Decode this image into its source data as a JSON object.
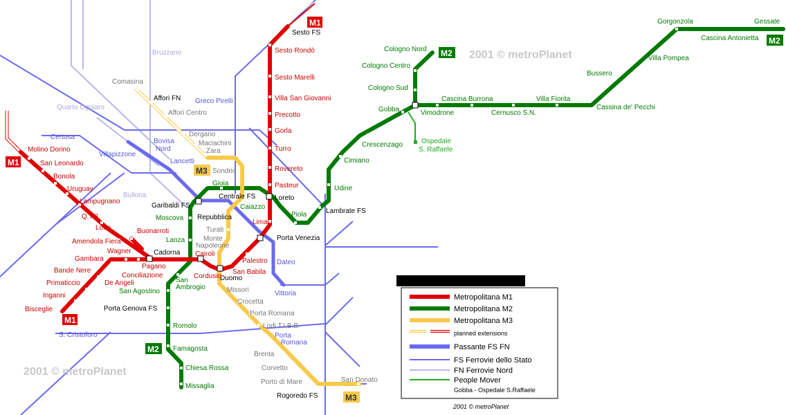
{
  "colors": {
    "m1": "#e00000",
    "m2": "#007a00",
    "m3": "#f9c94b",
    "passante": "#6a6af0",
    "fs": "#6a6af0",
    "fn": "#b8b8ec",
    "people_mover": "#22aa22"
  },
  "watermarks": [
    "2001 © metroPlanet",
    "2001 © metroPlanet",
    "2001 © metroPlanet"
  ],
  "badges": {
    "m1_top": "M1",
    "m1_left": "M1",
    "m1_bottom": "M1",
    "m2_top": "M2",
    "m2_right": "M2",
    "m2_bottom": "M2",
    "m3_top": "M3",
    "m3_bottom": "M3"
  },
  "stations": {
    "sesto_fs": "Sesto FS",
    "sesto_rondo": "Sesto Rondò",
    "sesto_marelli": "Sesto Marelli",
    "villa_san_giovanni": "Villa San Giovanni",
    "precotto": "Precotto",
    "gorla": "Gorla",
    "turro": "Turro",
    "rovereto": "Rovereto",
    "pasteur": "Pasteur",
    "loreto": "Loreto",
    "lima": "Lima",
    "porta_venezia": "Porta Venezia",
    "palestro": "Palestro",
    "san_babila": "San Babila",
    "duomo": "Duomo",
    "cordusio": "Cordusio",
    "cairoli": "Cairoli",
    "cadorna": "Cadorna",
    "conciliazione": "Conciliazione",
    "pagano": "Pagano",
    "wagner": "Wagner",
    "de_angeli": "De Angeli",
    "gambara": "Gambara",
    "bande_nere": "Bande Nere",
    "primaticcio": "Primaticcio",
    "inganni": "Inganni",
    "bisceglie": "Bisceglie",
    "buonarroti": "Buonarroti",
    "amendola_fiera": "Amendola Fiera",
    "lotto": "Lotto",
    "qt8": "Q.T.8",
    "lampugnano": "Lampugnano",
    "uruguay": "Uruguay",
    "bonola": "Bonola",
    "san_leonardo": "San Leonardo",
    "molino_dorino": "Molino Dorino",
    "gessate": "Gessate",
    "cascina_antonietta": "Cascina Antonietta",
    "gorgonzola": "Gorgonzola",
    "villa_pompea": "Villa Pompea",
    "bussero": "Bussero",
    "cassina_de_pecchi": "Cassina de' Pecchi",
    "villa_fiorita": "Villa Fiorita",
    "cernusco": "Cernusco S.N.",
    "cascina_burrona": "Cascina Burrona",
    "vimodrone": "Vimodrone",
    "cologno_nord": "Cologno Nord",
    "cologno_centro": "Cologno Centro",
    "cologno_sud": "Cologno Sud",
    "gobba": "Gobba",
    "ospedale": "Ospedale",
    "s_raffaele": "S. Raffaele",
    "crescenzago": "Crescenzago",
    "cimiano": "Cimiano",
    "udine": "Udine",
    "lambrate_fs": "Lambrate FS",
    "piola": "Piola",
    "caiazzo": "Caiazzo",
    "centrale_fs": "Centrale FS",
    "gioia": "Gioia",
    "garibaldi_fs": "Garibaldi FS",
    "moscova": "Moscova",
    "lanza": "Lanza",
    "san_ambrogio": "S. Ambrogio",
    "san_ambrogio_1": "San",
    "san_ambrogio_2": "Ambrogio",
    "san_agostino": "San Agostino",
    "porta_genova_fs": "Porta Genova FS",
    "romolo": "Romolo",
    "famagosta": "Famagosta",
    "chiesa_rossa": "Chiesa Rossa",
    "missaglia": "Missaglia",
    "comasina": "Comasina",
    "affori_fn": "Affori FN",
    "affori_centro": "Affori Centro",
    "dergano": "Dergano",
    "maciachini": "Maciachini",
    "zara": "Zara",
    "sondrio": "Sondrio",
    "repubblica": "Repubblica",
    "turati": "Turati",
    "monte": "Monte",
    "napoleone": "Napoleone",
    "missori": "Missori",
    "crocetta": "Crocetta",
    "porta_romana": "Porta Romana",
    "lodi_tibb": "Lodi T.I.B.B.",
    "brenta": "Brenta",
    "corvetto": "Corvetto",
    "porto_di_mare": "Porto di Mare",
    "rogoredo_fs": "Rogoredo FS",
    "san_donato": "San Donato",
    "bruzzano": "Bruzzano",
    "quarto_oggiaro": "Quarto Oggiaro",
    "greco_pirelli": "Greco Pirelli",
    "certosa": "Certosa",
    "villapizzone": "Villapizzone",
    "bovisa": "Bovisa",
    "nord": "Nord",
    "lancetti": "Lancetti",
    "bullona": "Bullona",
    "dateo": "Dateo",
    "vittoria": "Vittoria",
    "porta_romana_fs_1": "Porta",
    "porta_romana_fs_2": "Romana",
    "s_cristoforo": "S. Cristoforo"
  },
  "legend": {
    "header": "",
    "m1": "Metropolitana M1",
    "m2": "Metropolitana M2",
    "m3": "Metropolitana M3",
    "planned": "planned extensions",
    "passante": "Passante FS FN",
    "fs": "FS Ferrovie dello Stato",
    "fn": "FN Ferrovie Nord",
    "pm": "People Mover",
    "pm_sub": "Gobba - Ospedale S.Raffaele",
    "copyright": "2001 © metroPlanet"
  }
}
